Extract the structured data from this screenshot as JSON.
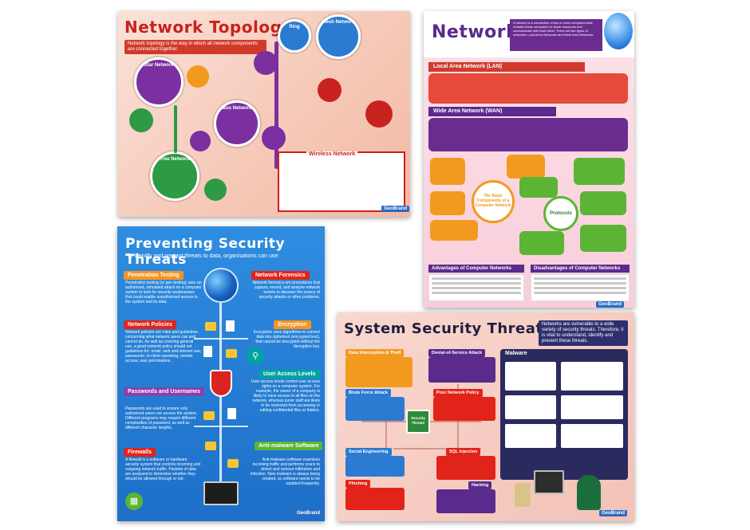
{
  "posters": {
    "topology": {
      "title": "Network Topology",
      "intro": "Network topology is the way in which all network components are connected together.",
      "labels": {
        "star": "Star Network",
        "mesh": "Mesh Network",
        "ring": "Ring",
        "bus": "Bus Network",
        "tree": "Tree Network",
        "wireless": "Wireless Network"
      },
      "brand": "GeoBrand",
      "colors": {
        "accent": "#c8221f",
        "purple": "#7b2fa0",
        "green": "#2e9a45",
        "blue": "#2a7bd1",
        "orange": "#f19a1f"
      }
    },
    "networks": {
      "title": "Networks",
      "intro": "A network is a connection of two or more computers that enables these computers to share resources and communicate with each other. There are two types of networks: Local Area Networks and Wide Area Networks.",
      "lan": "Local Area Network (LAN)",
      "wan": "Wide Area Network (WAN)",
      "components": "The Basic Components of a Computer Network",
      "protocols": "Protocols",
      "advantages": "Advantages of Computer Networks",
      "disadvantages": "Disadvantages of Computer Networks",
      "brand": "GeoBrand"
    },
    "preventing": {
      "title": "Preventing Security Threats",
      "intro": "To identify and prevent threats to data, organisations can use:",
      "sections": {
        "penetration": "Penetration Testing",
        "forensics": "Network Forensics",
        "policies": "Network Policies",
        "encryption": "Encryption",
        "passwords": "Passwords and Usernames",
        "access": "User Access Levels",
        "firewalls": "Firewalls",
        "antimalware": "Anti-malware Software"
      },
      "bodies": {
        "penetration": "Penetration testing (or pen testing) uses an authorised, simulated attack on a computer system to look for security weaknesses that could enable unauthorised access to the system and its data.",
        "forensics": "Network forensics are procedures that capture, record, and analyse network events to discover the source of security attacks or other problems.",
        "policies": "Network policies are rules and guidelines concerning what network users can and cannot do. As well as covering general use, a good network policy should set guidelines for: email, web and internet use; passwords; in-client operating; remote access; user permissions.",
        "encryption": "Encryption uses algorithms to convert data into ciphertext (encrypted text), that cannot be decrypted without the decryption key.",
        "passwords": "Passwords are used to ensure only authorised users can access the system. Different programs may require different complexities of password, as well as different character lengths.",
        "access": "User access levels control user access rights on a computer system. For example, the owner of a company is likely to have access to all files on the network, whereas junior staff are likely to be restricted from accessing or editing confidential files or folders.",
        "firewalls": "A firewall is a software or hardware security system that controls incoming and outgoing network traffic. Packets of data are analysed to determine whether they should be allowed through or not.",
        "antimalware": "Anti-malware software examines incoming traffic and performs scans to detect and remove infiltration and infection. New malware is always being created, so software needs to be updated frequently."
      },
      "brand": "GeoBrand",
      "colors": {
        "head_orange": "#f7941d",
        "head_red": "#e2231a",
        "head_green": "#5bb434",
        "head_purple": "#8a3fb0",
        "head_teal": "#00a3a0"
      }
    },
    "system": {
      "title": "System Security Threats",
      "intro": "Networks are vulnerable to a wide variety of security threats. Therefore, it is vital to understand, identify and prevent these threats.",
      "tags": {
        "data_interception": "Data Interception & Theft",
        "dos": "Denial-of-Service Attack",
        "brute_force": "Brute Force Attack",
        "poor_policy": "Poor Network Policy",
        "social_engineering": "Social Engineering",
        "sql_injection": "SQL Injection",
        "phishing": "Phishing",
        "hacking": "Hacking",
        "malware": "Malware"
      },
      "chip": "Security Threats",
      "brand": "GeoBrand"
    }
  }
}
